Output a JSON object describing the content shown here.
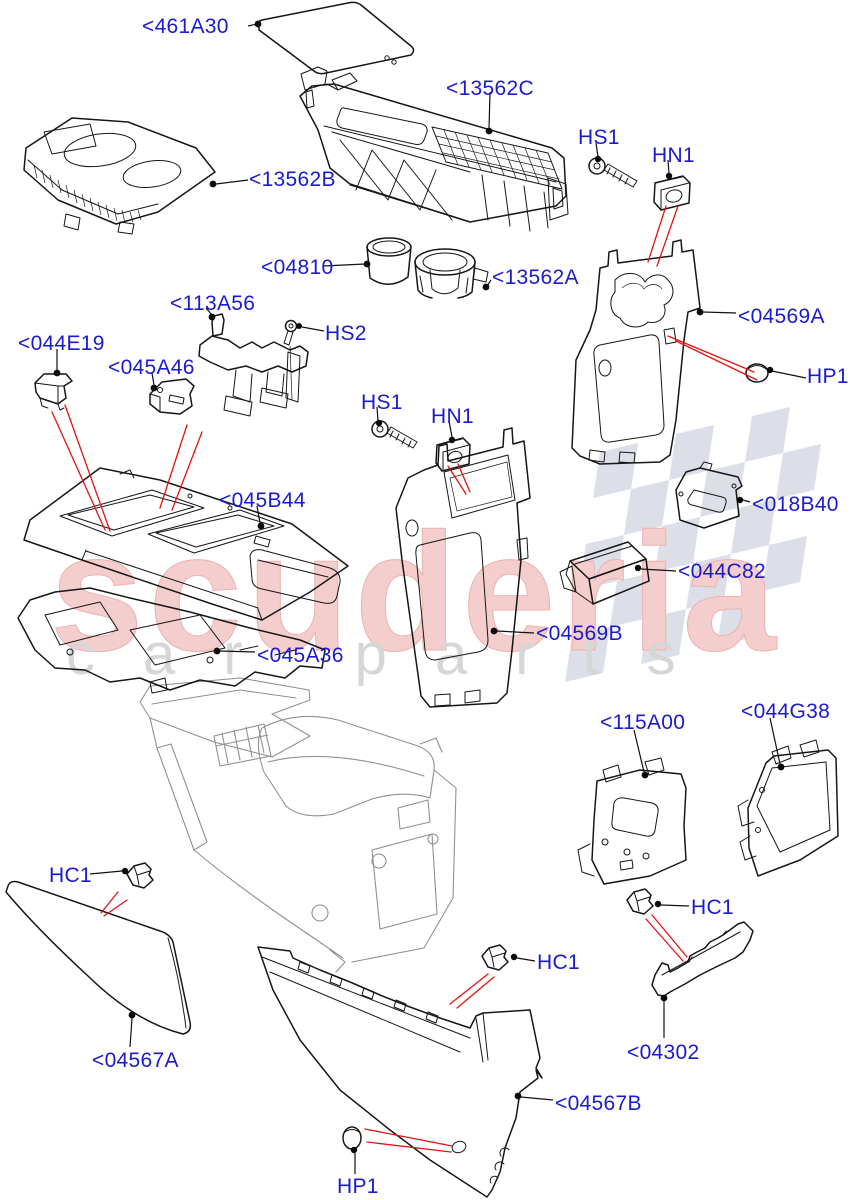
{
  "watermark": {
    "brand": "scuderia",
    "subtitle": "car parts",
    "brand_color": "#f2c7c7",
    "subtitle_color": "#d6d6d6",
    "checker_color": "#dcdfe8"
  },
  "colors": {
    "label_blue": "#1a1ace",
    "leader_black": "#111111",
    "arrow_red": "#e51212",
    "line_art": "#161616",
    "ghost_gray": "#909090"
  },
  "labels": [
    {
      "id": "461A30",
      "text": "<461A30"
    },
    {
      "id": "13562C",
      "text": "<13562C"
    },
    {
      "id": "13562B",
      "text": "<13562B"
    },
    {
      "id": "04810",
      "text": "<04810"
    },
    {
      "id": "13562A",
      "text": "<13562A"
    },
    {
      "id": "HS1-top",
      "text": "HS1"
    },
    {
      "id": "HN1-top",
      "text": "HN1"
    },
    {
      "id": "04569A",
      "text": "<04569A"
    },
    {
      "id": "HP1-top",
      "text": "HP1"
    },
    {
      "id": "113A56",
      "text": "<113A56"
    },
    {
      "id": "HS2",
      "text": "HS2"
    },
    {
      "id": "044E19",
      "text": "<044E19"
    },
    {
      "id": "045A46",
      "text": "<045A46"
    },
    {
      "id": "045B44",
      "text": "<045B44"
    },
    {
      "id": "HS1-mid",
      "text": "HS1"
    },
    {
      "id": "HN1-mid",
      "text": "HN1"
    },
    {
      "id": "018B40",
      "text": "<018B40"
    },
    {
      "id": "044C82",
      "text": "<044C82"
    },
    {
      "id": "04569B",
      "text": "<04569B"
    },
    {
      "id": "045A36",
      "text": "<045A36"
    },
    {
      "id": "115A00",
      "text": "<115A00"
    },
    {
      "id": "044G38",
      "text": "<044G38"
    },
    {
      "id": "HC1-right",
      "text": "HC1"
    },
    {
      "id": "HC1-left",
      "text": "HC1"
    },
    {
      "id": "04567A",
      "text": "<04567A"
    },
    {
      "id": "HC1-mid",
      "text": "HC1"
    },
    {
      "id": "04567B",
      "text": "<04567B"
    },
    {
      "id": "HP1-bottom",
      "text": "HP1"
    },
    {
      "id": "04302",
      "text": "<04302"
    }
  ]
}
